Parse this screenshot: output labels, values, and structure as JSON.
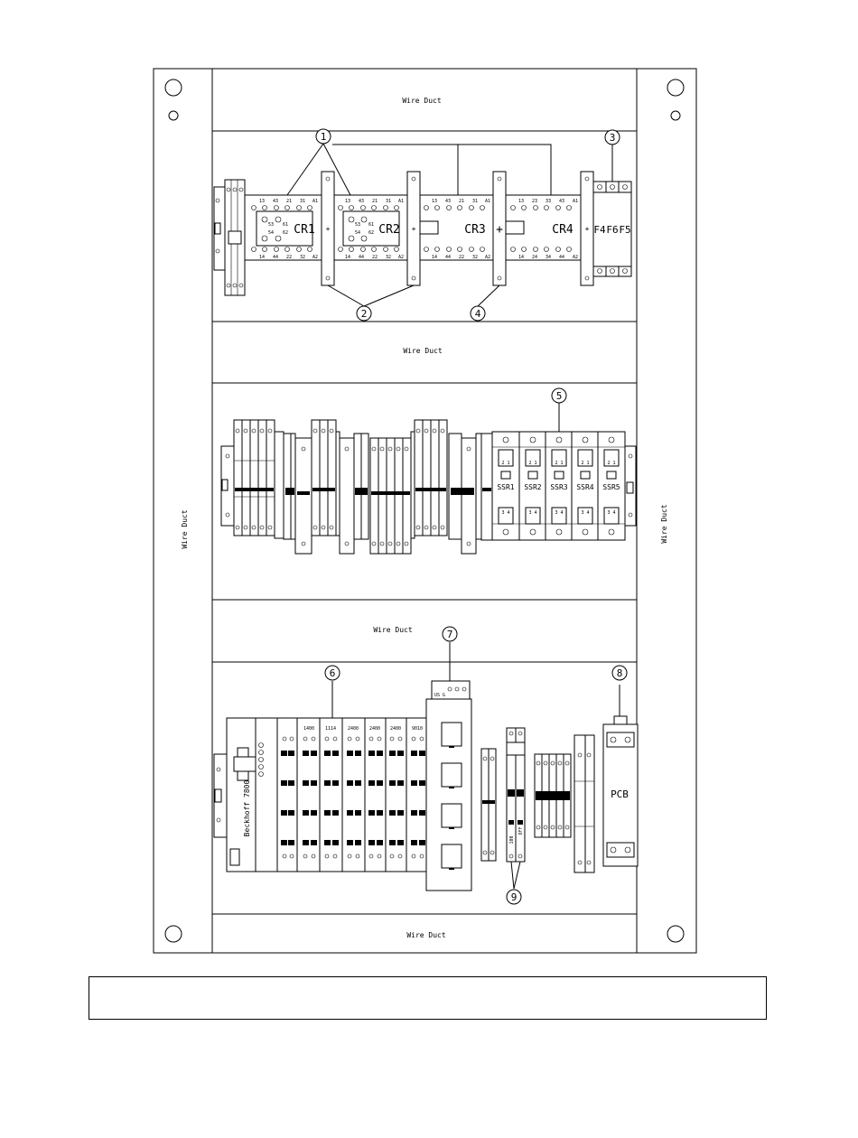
{
  "duct": {
    "top": "Wire Duct",
    "mid1": "Wire Duct",
    "mid2": "Wire Duct",
    "bottom": "Wire Duct",
    "left": "Wire Duct",
    "right": "Wire Duct"
  },
  "callouts": [
    "1",
    "2",
    "3",
    "4",
    "5",
    "6",
    "7",
    "8",
    "9"
  ],
  "relays": [
    {
      "label": "CR1",
      "top": [
        "13",
        "43",
        "21",
        "31",
        "A1"
      ],
      "bottom": [
        "14",
        "44",
        "22",
        "32",
        "A2"
      ],
      "inner": [
        "53",
        "54",
        "61",
        "62"
      ]
    },
    {
      "label": "CR2",
      "top": [
        "13",
        "43",
        "21",
        "31",
        "A1"
      ],
      "bottom": [
        "14",
        "44",
        "22",
        "32",
        "A2"
      ],
      "inner": [
        "53",
        "54",
        "61",
        "62"
      ]
    },
    {
      "label": "CR3",
      "top": [
        "13",
        "43",
        "21",
        "31",
        "A1"
      ],
      "bottom": [
        "14",
        "44",
        "22",
        "32",
        "A2"
      ],
      "inner": []
    },
    {
      "label": "CR4",
      "top": [
        "13",
        "23",
        "33",
        "43",
        "A1"
      ],
      "bottom": [
        "14",
        "24",
        "34",
        "44",
        "A2"
      ],
      "inner": []
    }
  ],
  "fuses": [
    "F4",
    "F6",
    "F5"
  ],
  "ssr": [
    {
      "label": "SSR1",
      "top": "2 1",
      "bottom": "3 4"
    },
    {
      "label": "SSR2",
      "top": "2 1",
      "bottom": "3 4"
    },
    {
      "label": "SSR3",
      "top": "2 1",
      "bottom": "3 4"
    },
    {
      "label": "SSR4",
      "top": "2 1",
      "bottom": "3 4"
    },
    {
      "label": "SSR5",
      "top": "2 1",
      "bottom": "3 4"
    }
  ],
  "io_modules": [
    "1400",
    "1114",
    "2400",
    "2400",
    "2400",
    "9010"
  ],
  "controller_label": "Beckhoff 7800",
  "switch_label": "US G",
  "pcb_label": "PCB",
  "dip_labels": [
    "100",
    "OFF"
  ]
}
